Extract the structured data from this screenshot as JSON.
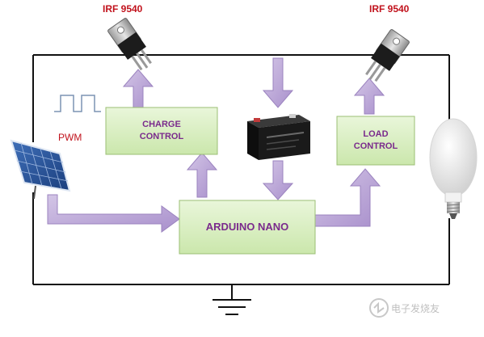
{
  "transistors": {
    "left_label": "IRF 9540",
    "right_label": "IRF 9540"
  },
  "blocks": {
    "charge_control": [
      "CHARGE",
      "CONTROL"
    ],
    "load_control": [
      "LOAD",
      "CONTROL"
    ],
    "arduino": "ARDUINO NANO"
  },
  "pwm_label": "PWM",
  "watermark": "电子发烧友",
  "colors": {
    "box_fill": "#dbf0c4",
    "box_border": "#9bbf74",
    "arrow_fill": "#bca6d8",
    "arrow_stroke": "#9b83bf",
    "label_purple": "#7a2a8c",
    "label_red": "#c1121c",
    "wire": "#111111"
  }
}
